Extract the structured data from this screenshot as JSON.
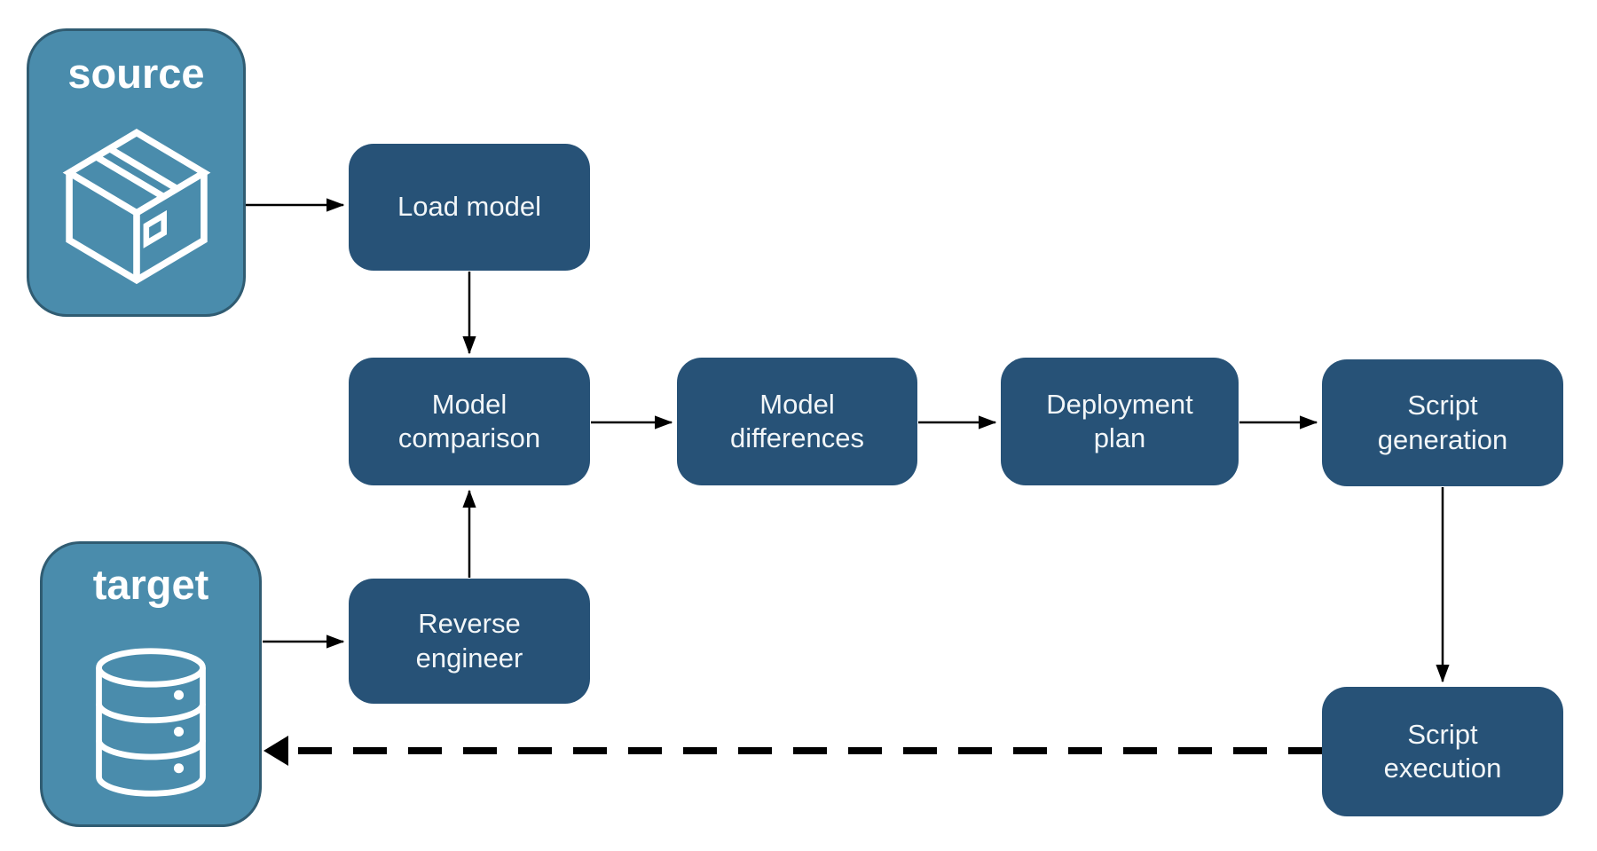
{
  "diagram": {
    "endpoints": {
      "source": {
        "label": "source",
        "icon": "package-box-icon"
      },
      "target": {
        "label": "target",
        "icon": "database-icon"
      }
    },
    "nodes": {
      "load_model": {
        "label": "Load model"
      },
      "model_comparison": {
        "label": "Model\ncomparison"
      },
      "model_differences": {
        "label": "Model\ndifferences"
      },
      "deployment_plan": {
        "label": "Deployment\nplan"
      },
      "script_generation": {
        "label": "Script\ngeneration"
      },
      "reverse_engineer": {
        "label": "Reverse\nengineer"
      },
      "script_execution": {
        "label": "Script\nexecution"
      }
    },
    "edges": [
      {
        "from": "source",
        "to": "load_model",
        "style": "solid"
      },
      {
        "from": "load_model",
        "to": "model_comparison",
        "style": "solid"
      },
      {
        "from": "model_comparison",
        "to": "model_differences",
        "style": "solid"
      },
      {
        "from": "model_differences",
        "to": "deployment_plan",
        "style": "solid"
      },
      {
        "from": "deployment_plan",
        "to": "script_generation",
        "style": "solid"
      },
      {
        "from": "script_generation",
        "to": "script_execution",
        "style": "solid"
      },
      {
        "from": "target",
        "to": "reverse_engineer",
        "style": "solid"
      },
      {
        "from": "reverse_engineer",
        "to": "model_comparison",
        "style": "solid"
      },
      {
        "from": "script_execution",
        "to": "target",
        "style": "dashed"
      }
    ],
    "colors": {
      "endpoint_fill": "#4A8CAC",
      "endpoint_border": "#305C72",
      "process_fill": "#275277",
      "label_text": "#F2F6F8",
      "arrow": "#000000",
      "background": "#FFFFFF"
    }
  }
}
